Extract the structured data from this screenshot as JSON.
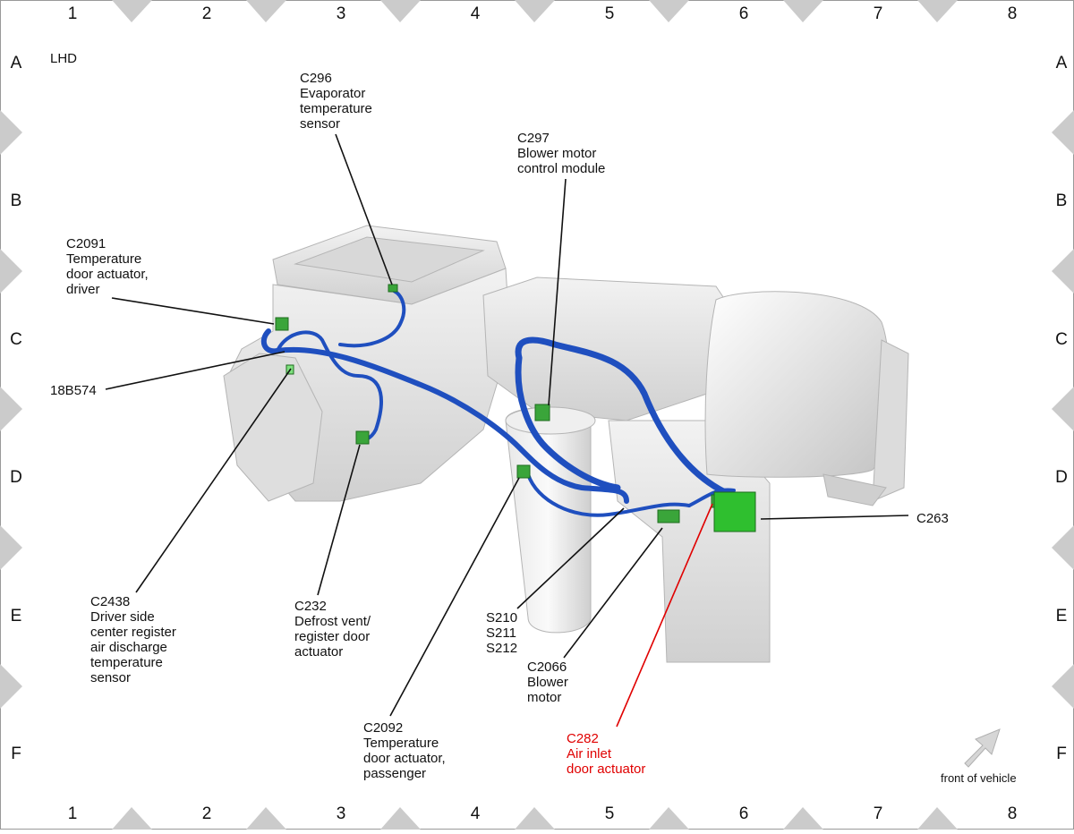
{
  "diagram": {
    "corner_label": "LHD",
    "direction_note": "front of vehicle",
    "grid": {
      "columns": [
        "1",
        "2",
        "3",
        "4",
        "5",
        "6",
        "7",
        "8"
      ],
      "rows": [
        "A",
        "B",
        "C",
        "D",
        "E",
        "F"
      ]
    },
    "callouts": {
      "c296": "C296\nEvaporator\ntemperature\nsensor",
      "c297": "C297\nBlower motor\ncontrol module",
      "c2091": "C2091\nTemperature\ndoor actuator,\ndriver",
      "b18b574": "18B574",
      "c2438": "C2438\nDriver side\ncenter register\nair discharge\ntemperature\nsensor",
      "c232": "C232\nDefrost vent/\nregister door\nactuator",
      "c2092": "C2092\nTemperature\ndoor actuator,\npassenger",
      "s210": "S210\nS211\nS212",
      "c2066": "C2066\nBlower\nmotor",
      "c282": "C282\nAir inlet\ndoor actuator",
      "c263": "C263"
    },
    "colors": {
      "harness": "#1f4fbf",
      "connector": "#3aa53a",
      "highlight": "#e00000",
      "body": "#e6e6e6",
      "border_triangle": "#c8c8c8"
    }
  }
}
